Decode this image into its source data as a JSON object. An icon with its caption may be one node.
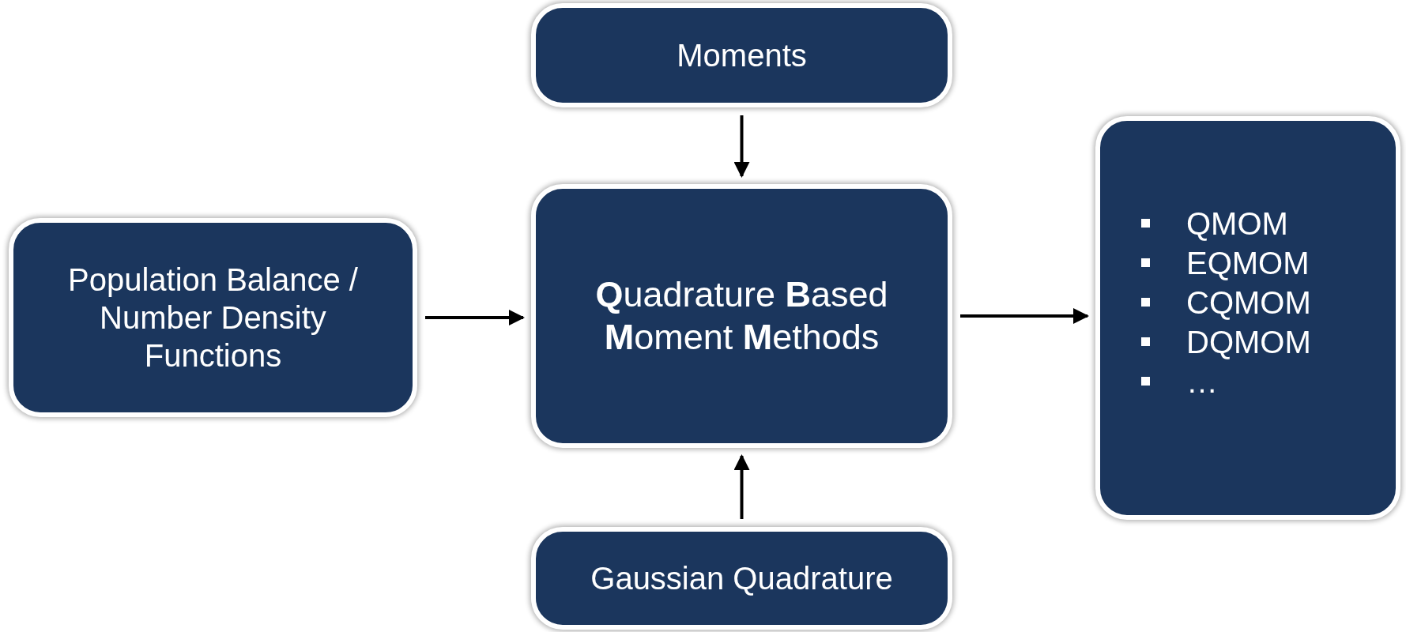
{
  "diagram": {
    "nodes": [
      {
        "text": [
          "Moments"
        ]
      },
      {
        "text": [
          "Population Balance / Number Density Functions"
        ]
      },
      {
        "text": [
          "**Q**uadrature **B**ased **M**oment **M**ethods"
        ]
      },
      {
        "text": [
          "QMOM",
          "EQMOM",
          "CQMOM",
          "DQMOM",
          "…"
        ]
      },
      {
        "text": [
          "Gaussian Quadrature"
        ]
      }
    ],
    "edges": [
      {
        "from": 0,
        "to": 2,
        "arrow": "to"
      },
      {
        "from": 1,
        "to": 2,
        "arrow": "to"
      },
      {
        "from": 2,
        "to": 3,
        "arrow": "to"
      },
      {
        "from": 4,
        "to": 2,
        "arrow": "to"
      }
    ]
  }
}
